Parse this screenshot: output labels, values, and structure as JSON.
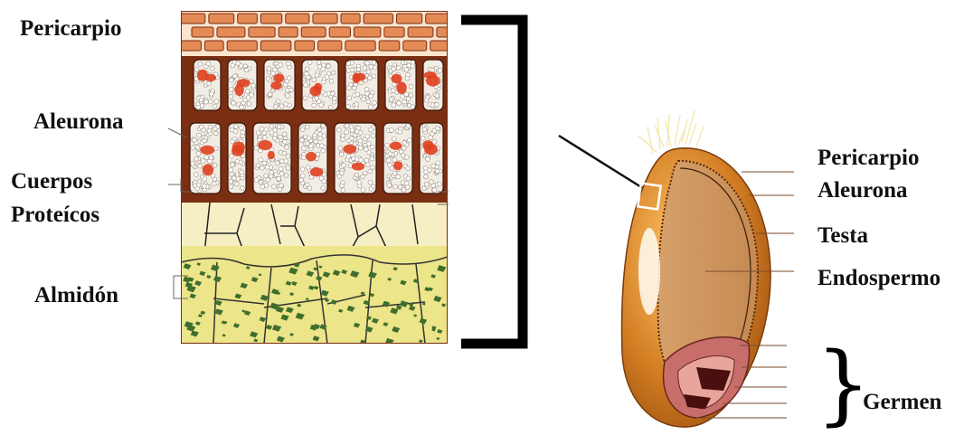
{
  "cross_section_labels": {
    "pericarp": "Pericarpio",
    "aleurone": "Aleurona",
    "protein_bodies_line1": "Cuerpos",
    "protein_bodies_line2": "Proteícos",
    "starch": "Almidón"
  },
  "grain_labels": {
    "pericarp": "Pericarpio",
    "aleurone": "Aleurona",
    "testa": "Testa",
    "endosperm": "Endospermo",
    "germ": "Germen"
  },
  "colors": {
    "pericarp_cell": "#e38a55",
    "cell_wall": "#7a2e12",
    "aleurone_granule": "#f2ede4",
    "protein_body": "#e0401f",
    "endosperm_cell": "#f6efc4",
    "starch_fill": "#ece58a",
    "starch_granule": "#3f6e2e",
    "grain_outer": "#c9761f",
    "germ": "#c86e6a"
  }
}
